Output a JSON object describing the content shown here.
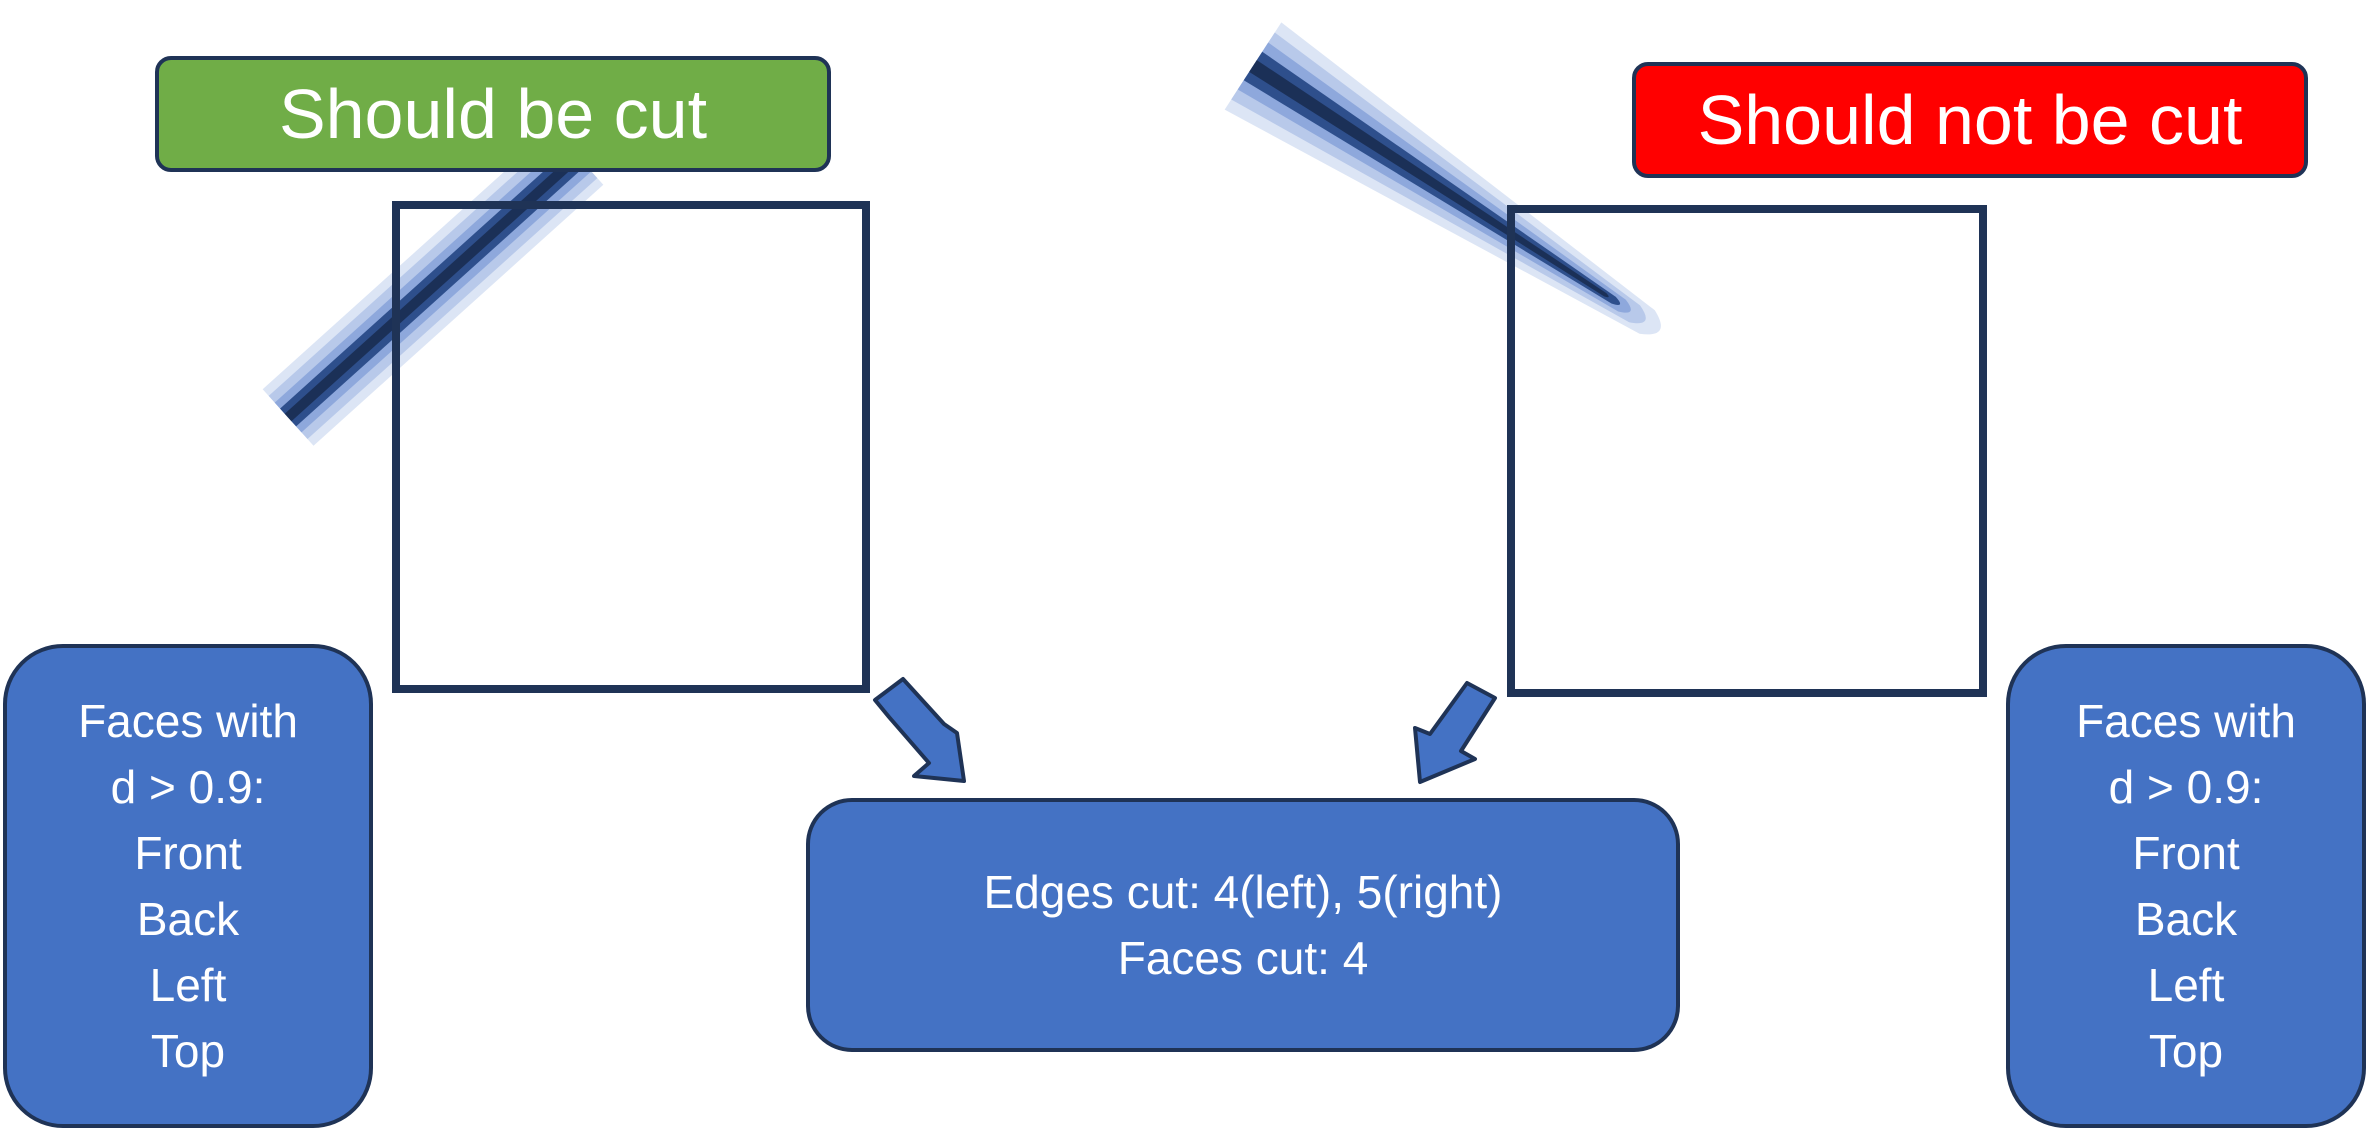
{
  "labels": {
    "should_cut": "Should be cut",
    "should_not_cut": "Should not be cut"
  },
  "faces_left": {
    "title_line1": "Faces with",
    "title_line2": "d > 0.9:",
    "items": [
      "Front",
      "Back",
      "Left",
      "Top"
    ]
  },
  "faces_right": {
    "title_line1": "Faces with",
    "title_line2": "d > 0.9:",
    "items": [
      "Front",
      "Back",
      "Left",
      "Top"
    ]
  },
  "summary": {
    "line1": "Edges cut: 4(left), 5(right)",
    "line2": "Faces cut: 4"
  },
  "colors": {
    "green": "#70ad47",
    "red": "#ff0000",
    "box_blue": "#4472c4",
    "outline_navy": "#1f3356"
  }
}
